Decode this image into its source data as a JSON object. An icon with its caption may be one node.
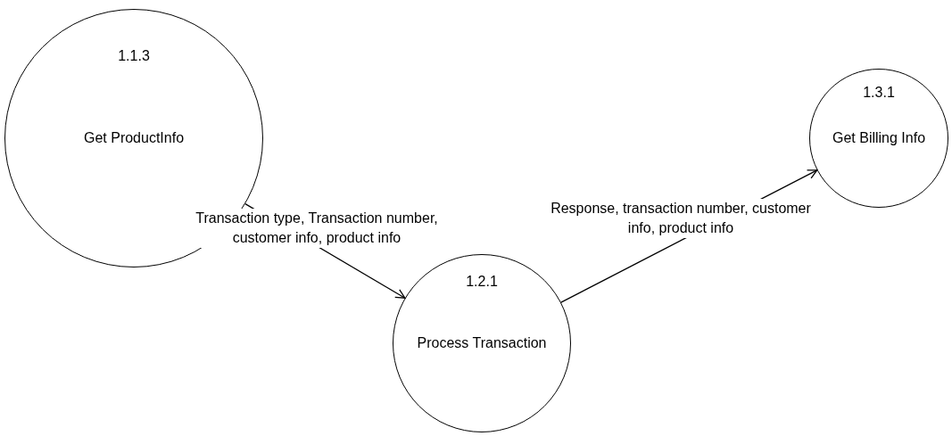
{
  "diagram": {
    "nodes": [
      {
        "text": [
          "1.1.3",
          "Get ProductInfo"
        ]
      },
      {
        "text": [
          "1.2.1",
          "Process Transaction"
        ]
      },
      {
        "text": [
          "1.3.1",
          "Get Billing Info"
        ]
      }
    ],
    "edges": [
      {
        "from": 0,
        "to": 1,
        "arrow": "to",
        "label": "Transaction type, Transaction number, customer info, product info"
      },
      {
        "from": 1,
        "to": 2,
        "arrow": "to",
        "label": "Response, transaction number, customer info, product info"
      }
    ]
  }
}
